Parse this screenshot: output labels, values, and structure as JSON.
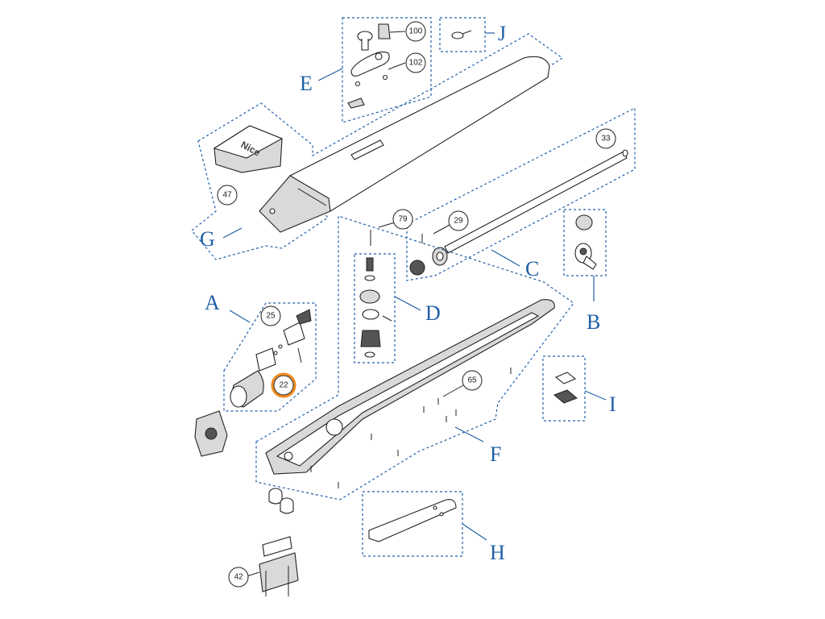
{
  "groups": {
    "A": "A",
    "B": "B",
    "C": "C",
    "D": "D",
    "E": "E",
    "F": "F",
    "G": "G",
    "H": "H",
    "I": "I",
    "J": "J"
  },
  "parts": {
    "p100": "100",
    "p102": "102",
    "p47": "47",
    "p33": "33",
    "p79": "79",
    "p29": "29",
    "p25": "25",
    "p22": "22",
    "p65": "65",
    "p42": "42"
  },
  "cover_brand": "Nice",
  "colors": {
    "outline": "#1f5fa8",
    "highlight": "#f0891e"
  },
  "highlighted_part": "22"
}
